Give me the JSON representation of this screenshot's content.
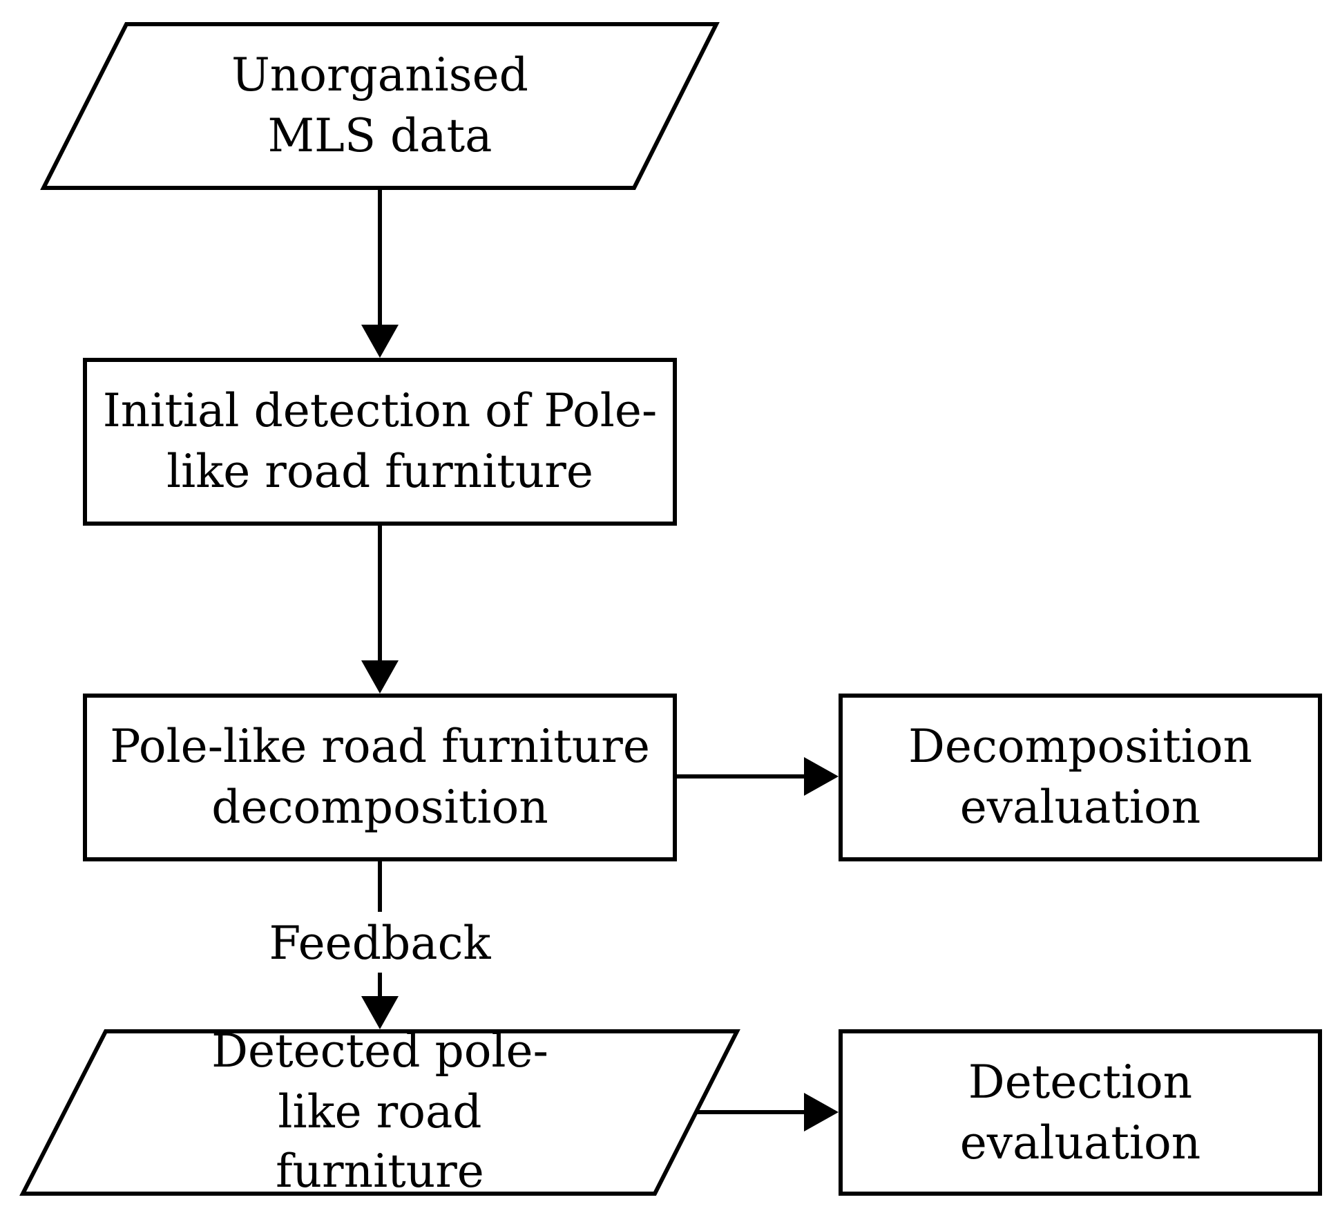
{
  "diagram": {
    "nodes": [
      {
        "id": "input",
        "shape": "parallelogram",
        "lines": [
          "Unorganised",
          "MLS data"
        ]
      },
      {
        "id": "initial",
        "shape": "rectangle",
        "lines": [
          "Initial detection of Pole-",
          "like road furniture"
        ]
      },
      {
        "id": "decomp",
        "shape": "rectangle",
        "lines": [
          "Pole-like road furniture",
          "decomposition"
        ]
      },
      {
        "id": "decomp_eval",
        "shape": "rectangle",
        "lines": [
          "Decomposition",
          "evaluation"
        ]
      },
      {
        "id": "output",
        "shape": "parallelogram",
        "lines": [
          "Detected pole-",
          "like road",
          "furniture"
        ]
      },
      {
        "id": "detect_eval",
        "shape": "rectangle",
        "lines": [
          "Detection",
          "evaluation"
        ]
      }
    ],
    "edges": [
      {
        "from": "input",
        "to": "initial",
        "label": ""
      },
      {
        "from": "initial",
        "to": "decomp",
        "label": ""
      },
      {
        "from": "decomp",
        "to": "decomp_eval",
        "label": ""
      },
      {
        "from": "decomp",
        "to": "output",
        "label": "Feedback"
      },
      {
        "from": "output",
        "to": "detect_eval",
        "label": ""
      }
    ],
    "colors": {
      "stroke": "#000000",
      "fill": "#ffffff",
      "text": "#000000"
    }
  }
}
